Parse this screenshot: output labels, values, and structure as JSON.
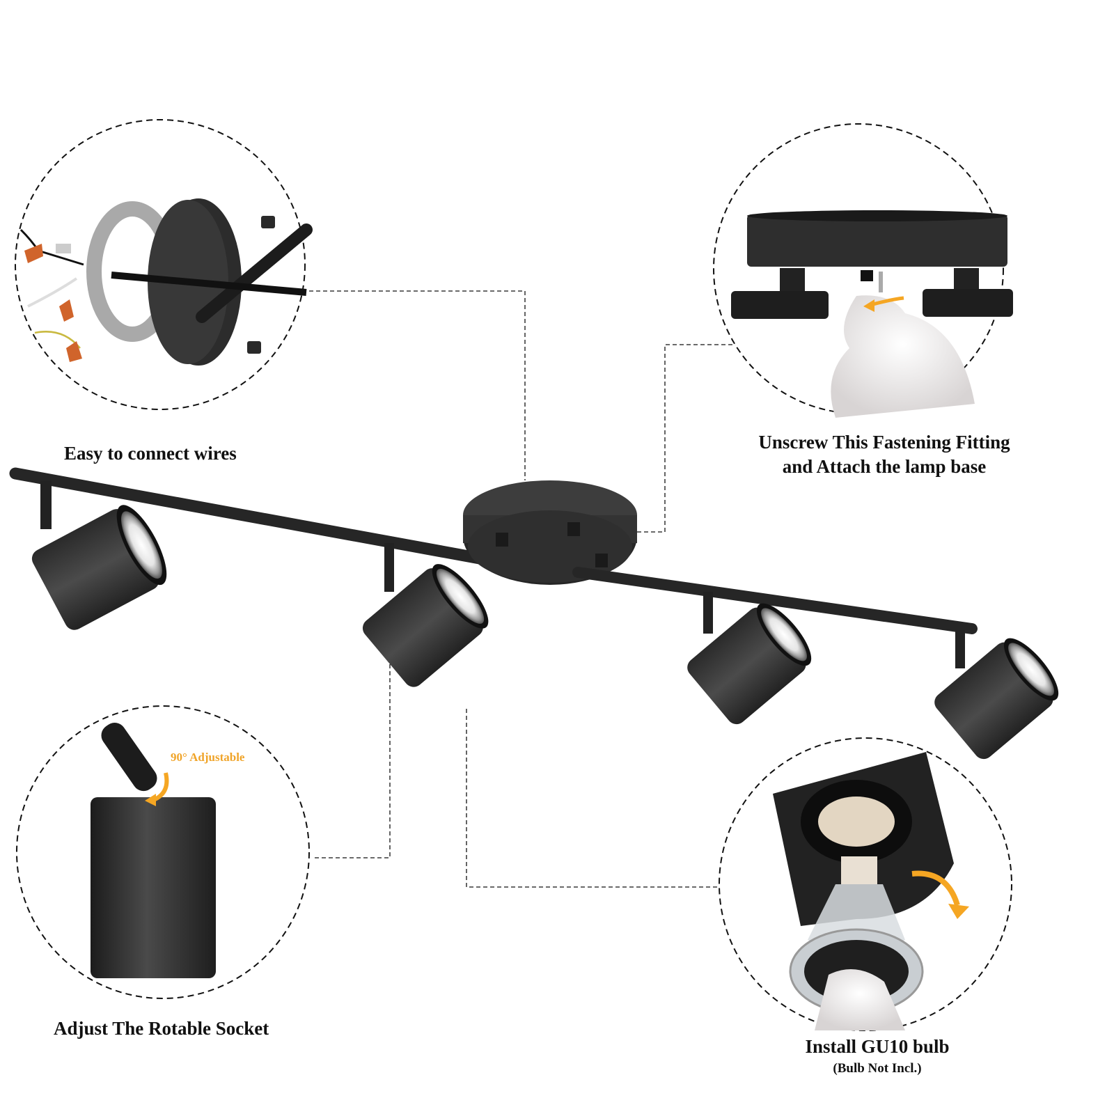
{
  "product": {
    "name": "4-light black adjustable track spotlight fixture",
    "color_finish": "#2b2b2b",
    "accent_color": "#f5a623"
  },
  "callouts": [
    {
      "id": "wires",
      "title": "Easy to connect wires"
    },
    {
      "id": "unscrew",
      "title_line1": "Unscrew This Fastening Fitting",
      "title_line2": "and Attach the lamp base"
    },
    {
      "id": "socket",
      "title": "Adjust The Rotable Socket",
      "annotation": "90° Adjustable"
    },
    {
      "id": "bulb",
      "title": "Install GU10 bulb",
      "subtitle": "(Bulb Not Incl.)"
    }
  ],
  "spotlight_count": 4
}
